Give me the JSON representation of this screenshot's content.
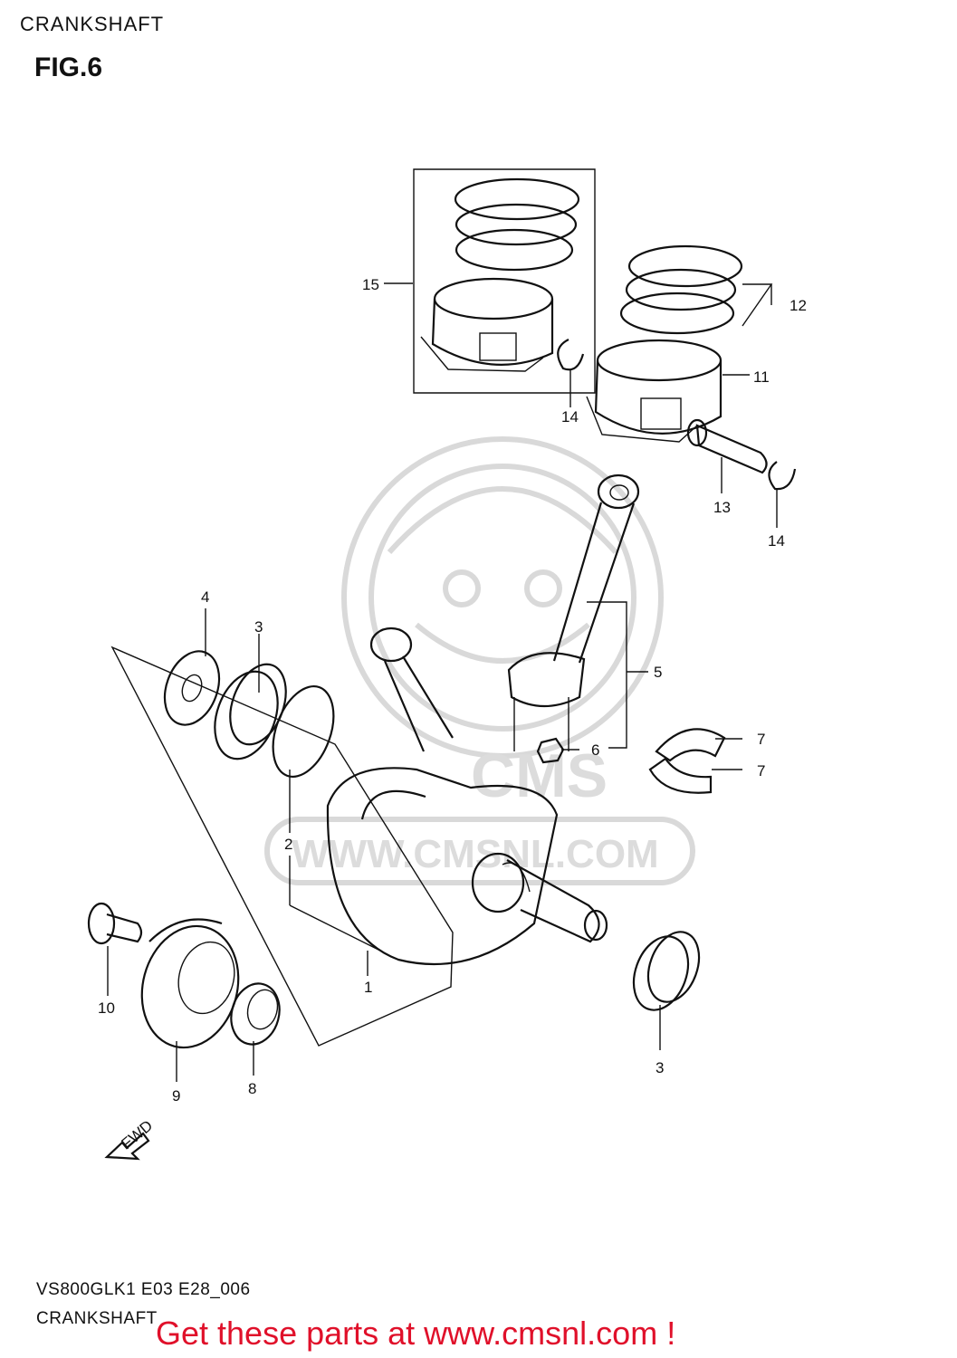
{
  "header": {
    "title": "CRANKSHAFT",
    "figure": "FIG.6"
  },
  "watermark": {
    "logo_text": "CMS",
    "url": "WWW.CMSNL.COM"
  },
  "fwd_label": "FWD",
  "callouts": [
    "1",
    "2",
    "3",
    "3",
    "4",
    "5",
    "6",
    "7",
    "7",
    "8",
    "9",
    "10",
    "11",
    "12",
    "13",
    "14",
    "14",
    "15"
  ],
  "footer": {
    "model_code": "VS800GLK1 E03 E28_006",
    "subtitle": "CRANKSHAFT",
    "promo": "Get these parts at www.cmsnl.com !"
  },
  "colors": {
    "promo": "#e0102a",
    "line": "#111111",
    "watermark": "#d9d9d9"
  }
}
